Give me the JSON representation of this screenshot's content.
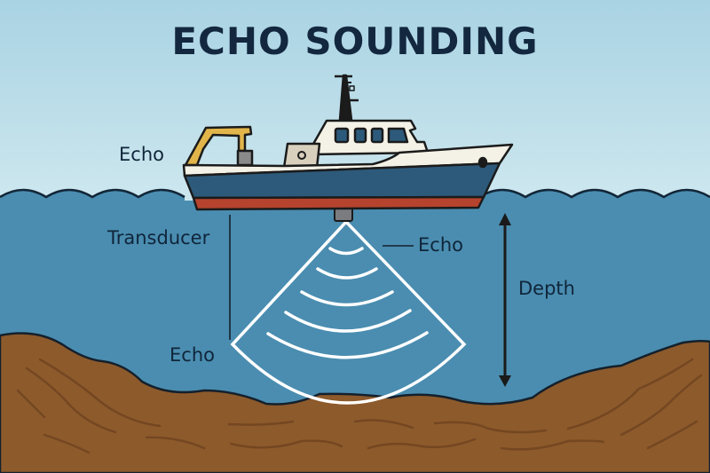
{
  "title": "ECHO SOUNDING",
  "labels": {
    "echo_ship": "Echo",
    "transducer": "Transducer",
    "echo_right": "Echo",
    "depth": "Depth",
    "echo_bottom": "Echo"
  },
  "colors": {
    "sky": "#bcdfe9",
    "water": "#4a8db0",
    "seabed": "#8d5a2b",
    "hull_blue": "#2d5a7b",
    "hull_red": "#b5432d",
    "deck_white": "#f4f1e6",
    "crane_yellow": "#e2b54a",
    "title_text": "#13283f"
  }
}
